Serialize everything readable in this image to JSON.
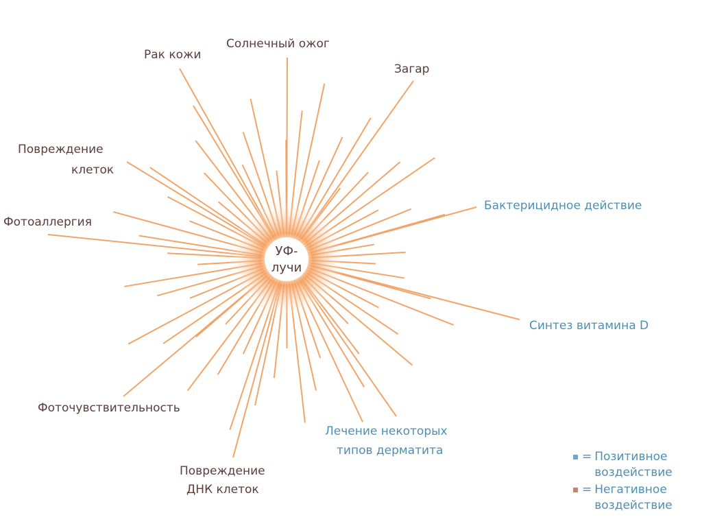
{
  "center": {
    "line1": "УФ-",
    "line2": "лучи"
  },
  "labels": {
    "skin_cancer": "Рак кожи",
    "sunburn": "Солнечный ожог",
    "tan": "Загар",
    "cell_damage_1": "Повреждение",
    "cell_damage_2": "клеток",
    "photoallergy": "Фотоаллергия",
    "bactericidal": "Бактерицидное действие",
    "vitamin_d": "Синтез витамина D",
    "photosensitivity": "Фоточувствительность",
    "treatment_1": "Лечение некоторых",
    "treatment_2": "типов дерматита",
    "dna_damage_1": "Повреждение",
    "dna_damage_2": "ДНК клеток"
  },
  "legend": {
    "positive": {
      "eq": "=",
      "line1": "Позитивное",
      "line2": "воздействие"
    },
    "negative": {
      "eq": "=",
      "line1": "Негативное",
      "line2": "воздействие"
    }
  },
  "colors": {
    "ray": "#f2a468",
    "glow": "#f5a060",
    "positive": "#4d8fb4",
    "negative": "#5a3c3a",
    "positive_marker": "#6aa8cc",
    "negative_marker": "#c98272"
  }
}
